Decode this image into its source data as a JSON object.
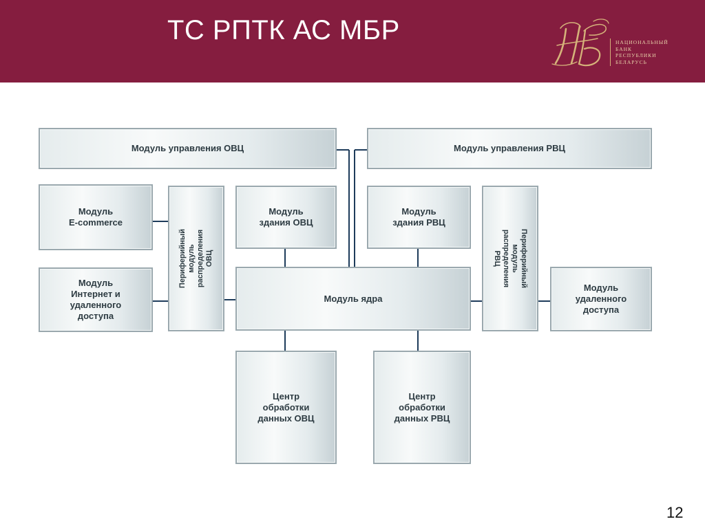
{
  "header": {
    "title": "ТС РПТК АС МБР",
    "logo_text": [
      "Национальный",
      "Банк",
      "Республики",
      "Беларусь"
    ]
  },
  "modules": {
    "ovc_management": "Модуль управления ОВЦ",
    "rvc_management": "Модуль управления РВЦ",
    "ecommerce": "Модуль\nE-commerce",
    "internet_remote": "Модуль\nИнтернет и\nудаленного\nдоступа",
    "peripheral_ovc": "Периферийный\nмодуль\nраспределения ОВЦ",
    "building_ovc": "Модуль\nздания ОВЦ",
    "building_rvc": "Модуль\nздания РВЦ",
    "peripheral_rvc": "Периферийный\nмодуль\nраспределения РВЦ",
    "core": "Модуль ядра",
    "remote_access": "Модуль\nудаленного\nдоступа",
    "datacenter_ovc": "Центр\nобработки\nданных ОВЦ",
    "datacenter_rvc": "Центр\nобработки\nданных РВЦ"
  },
  "page_number": "12",
  "colors": {
    "header_bg": "#851d3f",
    "connector": "#1d3b5a",
    "box_border": "#9aa8ae",
    "label": "#2d3b42",
    "logo_gold": "#d5b27a"
  }
}
